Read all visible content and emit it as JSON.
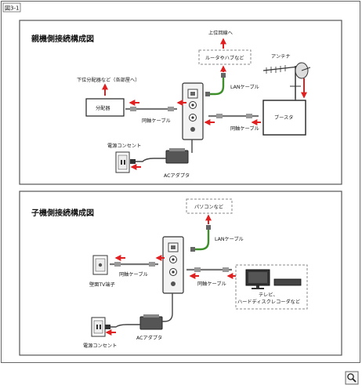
{
  "figure_label": "図3-1",
  "parent": {
    "title": "親機側接続構成図",
    "upper_line": "上位回線へ",
    "router": "ルータやハブなど",
    "antenna": "アンテナ",
    "lower_distributor": "下位分配器など（各部屋へ）",
    "distributor": "分配器",
    "lan_cable": "LANケーブル",
    "coax_left": "同軸ケーブル",
    "coax_right": "同軸ケーブル",
    "booster": "ブースタ",
    "power_outlet": "電源コンセント",
    "ac_adapter": "ACアダプタ"
  },
  "child": {
    "title": "子機側接続構成図",
    "pc": "パソコンなど",
    "lan_cable": "LANケーブル",
    "wall_tv": "壁面TV端子",
    "coax_left": "同軸ケーブル",
    "coax_right": "同軸ケーブル",
    "tv_line1": "テレビ、",
    "tv_line2": "ハードディスクレコーダなど",
    "power_outlet": "電源コンセント",
    "ac_adapter": "ACアダプタ"
  },
  "zoom_icon": "magnifier-icon",
  "colors": {
    "arrow": "#e02020",
    "lan": "#3e8f2c",
    "coax": "#555555",
    "border": "#555555"
  }
}
